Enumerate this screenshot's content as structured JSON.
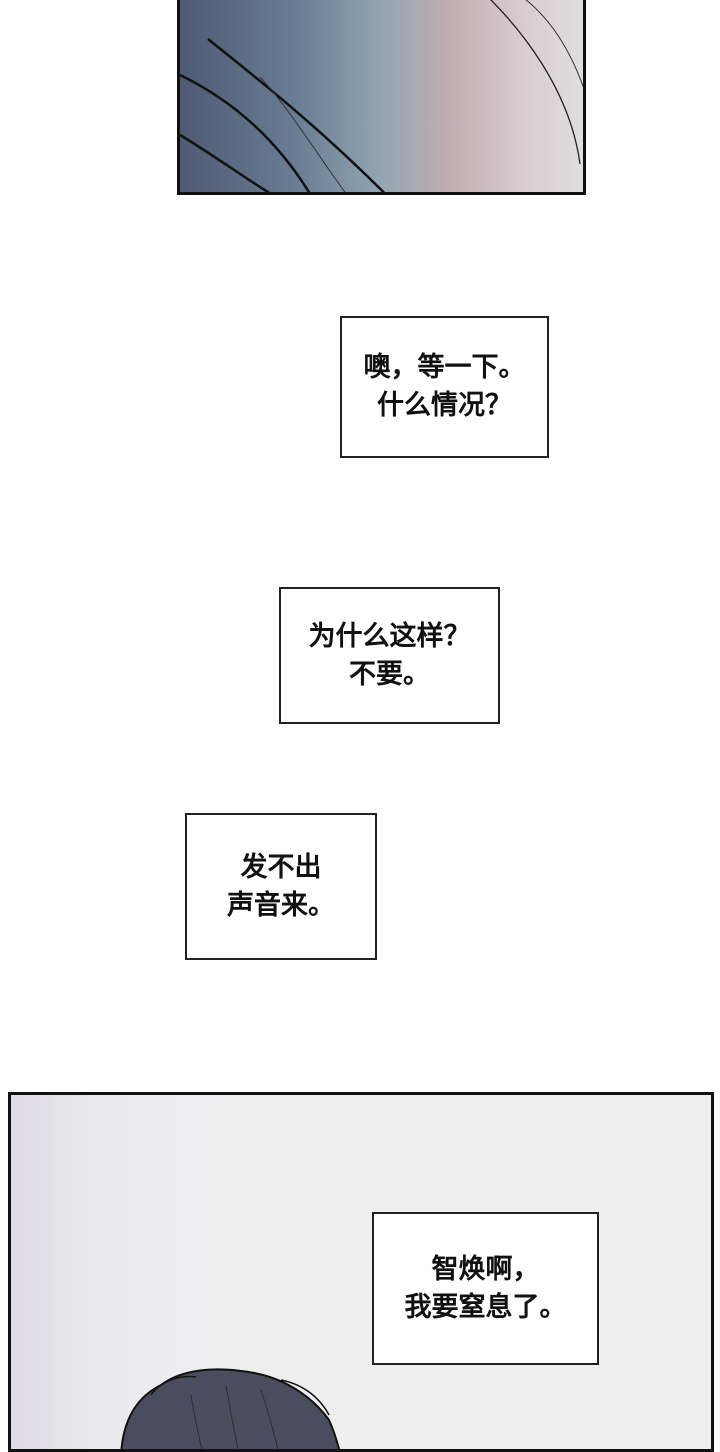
{
  "panels": {
    "top": {
      "description_colors": [
        "#4f5a73",
        "#93a5b2",
        "#c3aeb3"
      ]
    },
    "bottom": {
      "background": "#efeeee"
    }
  },
  "captions": [
    {
      "lines": [
        "噢，等一下。",
        "什么情况？"
      ]
    },
    {
      "lines": [
        "为什么这样？",
        "不要。"
      ]
    },
    {
      "lines": [
        "发不出",
        "声音来。"
      ]
    },
    {
      "lines": [
        "智焕啊，",
        "我要窒息了。"
      ]
    }
  ]
}
